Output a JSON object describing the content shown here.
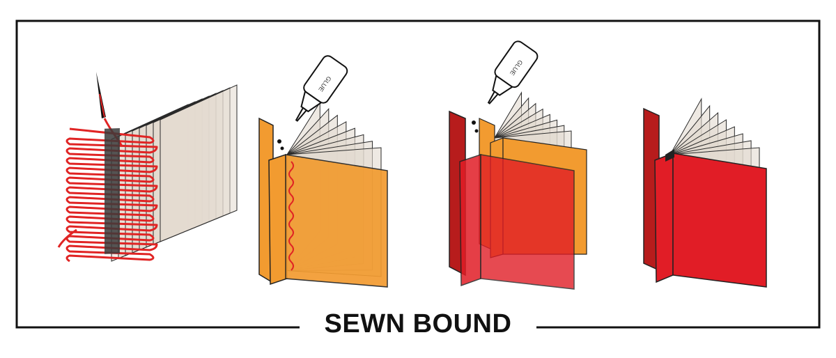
{
  "title": "SEWN BOUND",
  "glue_label": "GLUE",
  "colors": {
    "frame": "#111111",
    "page_fill": "#e3dbd0",
    "page_stroke": "#2a2a2a",
    "thread": "#e02424",
    "cover_orange": "#f29b30",
    "cover_red": "#e11d26",
    "cover_dark_red": "#b71c1c",
    "bottle": "#ffffff"
  },
  "icons": [
    "needle-icon",
    "glue-bottle-icon",
    "thread-icon",
    "book-icon"
  ],
  "steps": [
    {
      "name": "sewing-signatures"
    },
    {
      "name": "gluing-to-spine"
    },
    {
      "name": "attaching-cover"
    },
    {
      "name": "finished-book"
    }
  ]
}
